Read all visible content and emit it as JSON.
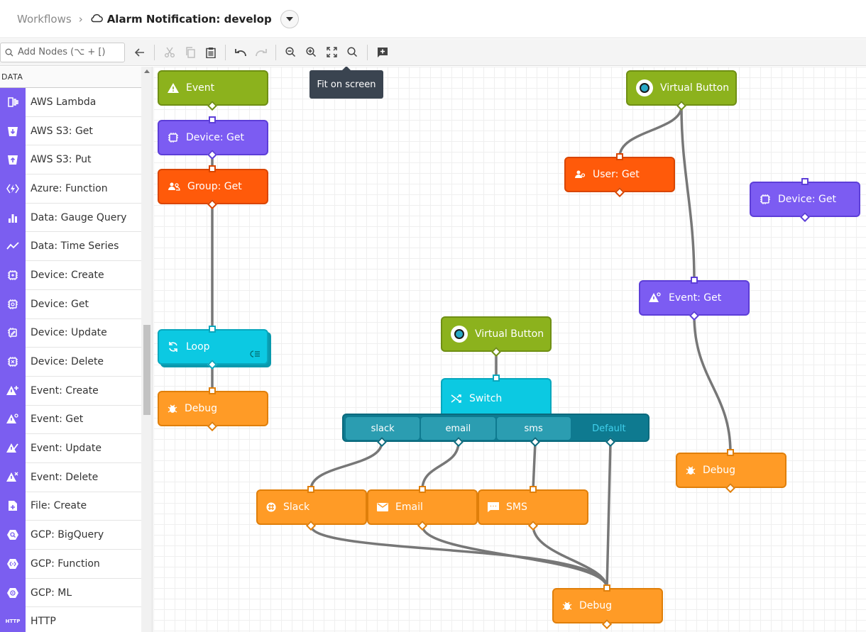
{
  "header": {
    "breadcrumb": "Workflows",
    "separator": "›",
    "workflow_title": "Alarm Notification: develop"
  },
  "toolbar": {
    "search_placeholder": "Add Nodes (⌥ + [)",
    "tooltip": "Fit on screen"
  },
  "sidebar": {
    "section": "DATA",
    "items": [
      {
        "label": "AWS Lambda",
        "icon": "aws-lambda-icon"
      },
      {
        "label": "AWS S3: Get",
        "icon": "bucket-download-icon"
      },
      {
        "label": "AWS S3: Put",
        "icon": "bucket-upload-icon"
      },
      {
        "label": "Azure: Function",
        "icon": "azure-function-icon"
      },
      {
        "label": "Data: Gauge Query",
        "icon": "bar-chart-icon"
      },
      {
        "label": "Data: Time Series",
        "icon": "line-chart-icon"
      },
      {
        "label": "Device: Create",
        "icon": "device-add-icon"
      },
      {
        "label": "Device: Get",
        "icon": "device-get-icon"
      },
      {
        "label": "Device: Update",
        "icon": "device-edit-icon"
      },
      {
        "label": "Device: Delete",
        "icon": "device-delete-icon"
      },
      {
        "label": "Event: Create",
        "icon": "event-add-icon"
      },
      {
        "label": "Event: Get",
        "icon": "event-get-icon"
      },
      {
        "label": "Event: Update",
        "icon": "event-edit-icon"
      },
      {
        "label": "Event: Delete",
        "icon": "event-delete-icon"
      },
      {
        "label": "File: Create",
        "icon": "file-add-icon"
      },
      {
        "label": "GCP: BigQuery",
        "icon": "gcp-bigquery-icon"
      },
      {
        "label": "GCP: Function",
        "icon": "gcp-function-icon"
      },
      {
        "label": "GCP: ML",
        "icon": "gcp-ml-icon"
      },
      {
        "label": "HTTP",
        "icon": "http-icon",
        "icon_text": "HTTP"
      }
    ]
  },
  "nodes": {
    "event": "Event",
    "device_get_1": "Device: Get",
    "group_get": "Group: Get",
    "loop": "Loop",
    "debug_1": "Debug",
    "virtual_button_1": "Virtual Button",
    "user_get": "User: Get",
    "device_get_2": "Device: Get",
    "event_get": "Event: Get",
    "debug_2": "Debug",
    "virtual_button_2": "Virtual Button",
    "switch": "Switch",
    "slack": "Slack",
    "email": "Email",
    "sms": "SMS",
    "debug_3": "Debug"
  },
  "switch_cases": [
    "slack",
    "email",
    "sms",
    "Default"
  ],
  "colors": {
    "green": "#8cb21d",
    "purple": "#7c5cf2",
    "red": "#ff5a0a",
    "orange": "#ff9b26",
    "cyan": "#0cc9e2",
    "sidebar_icon": "#7b5ef0"
  }
}
